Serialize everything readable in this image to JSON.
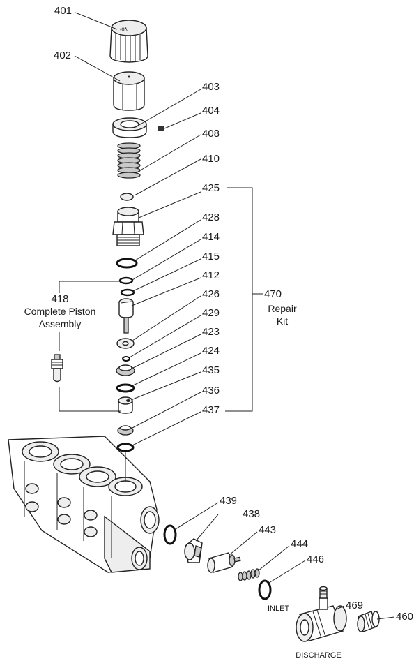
{
  "callouts": {
    "p401": "401",
    "p402": "402",
    "p403": "403",
    "p404": "404",
    "p408": "408",
    "p410": "410",
    "p425": "425",
    "p428": "428",
    "p414": "414",
    "p415": "415",
    "p412": "412",
    "p426": "426",
    "p429": "429",
    "p423": "423",
    "p424": "424",
    "p435": "435",
    "p436": "436",
    "p437": "437",
    "p439": "439",
    "p438": "438",
    "p443": "443",
    "p444": "444",
    "p446": "446",
    "p469": "469",
    "p460": "460"
  },
  "piston_assembly": {
    "number": "418",
    "line1": "Complete Piston",
    "line2": "Assembly"
  },
  "repair_kit": {
    "number": "470",
    "line1": "Repair",
    "line2": "Kit"
  },
  "port_labels": {
    "inlet": "INLET",
    "discharge": "DISCHARGE"
  }
}
